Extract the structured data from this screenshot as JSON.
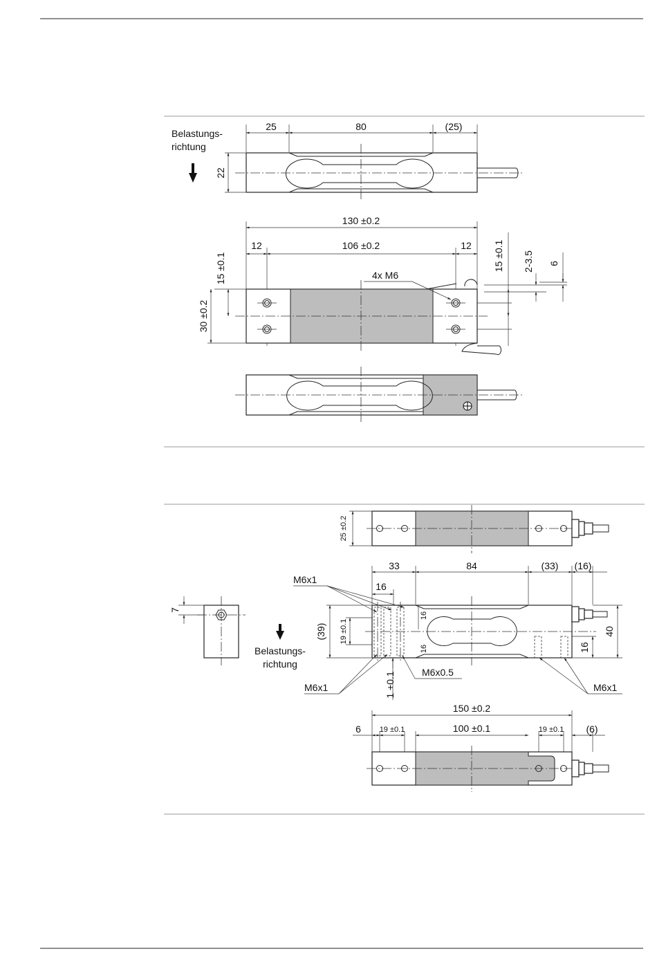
{
  "drawing1": {
    "load_direction_label": [
      "Belastungs-",
      "richtung"
    ],
    "top_dims": [
      "25",
      "80",
      "(25)"
    ],
    "height_dim": "22",
    "overall_length": "130 ±0.2",
    "segment_dims": [
      "12",
      "106 ±0.2",
      "12"
    ],
    "left_dim": "15 ±0.1",
    "width_dim": "30 ±0.2",
    "right_dims": [
      "15 ±0.1",
      "2-3.5",
      "6"
    ],
    "thread_label": "4x M6"
  },
  "drawing2": {
    "width_dim": "25 ±0.2",
    "top_dims": [
      "33",
      "84",
      "(33)",
      "(16)"
    ],
    "small_dim": "16",
    "left_threads_label": "M6x1",
    "left_threads_label_bottom": "M6x1",
    "side_dims": [
      "(39)",
      "19 ±0.1"
    ],
    "inner_dims": [
      "16",
      "16"
    ],
    "height_dim": "40",
    "right_height_dim": "16",
    "end_view_dim": "7",
    "load_direction_label": [
      "Belastungs-",
      "richtung"
    ],
    "offset_dim": "1 +0.1",
    "connector_thread_label": "M6x0.5",
    "right_threads_label": "M6x1",
    "overall_length": "150 ±0.2",
    "bottom_dims": [
      "6",
      "19 ±0.1",
      "100 ±0.1",
      "19 ±0.1",
      "(6)"
    ]
  }
}
